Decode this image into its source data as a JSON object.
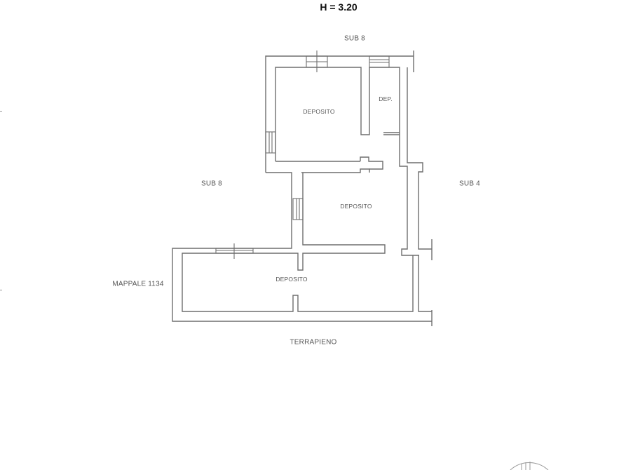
{
  "header": {
    "height_label": "H = 3.20"
  },
  "surroundings": {
    "top": "SUB 8",
    "left": "SUB 8",
    "right": "SUB 4",
    "left_bottom": "MAPPALE 1134",
    "bottom": "TERRAPIENO"
  },
  "rooms": [
    {
      "name": "DEPOSITO",
      "position": "upper-left"
    },
    {
      "name": "DEP.",
      "position": "upper-right-small"
    },
    {
      "name": "DEPOSITO",
      "position": "middle"
    },
    {
      "name": "DEPOSITO",
      "position": "bottom"
    }
  ],
  "colors": {
    "wall": "#6e6e6e",
    "text": "#555555",
    "background": "#ffffff"
  }
}
